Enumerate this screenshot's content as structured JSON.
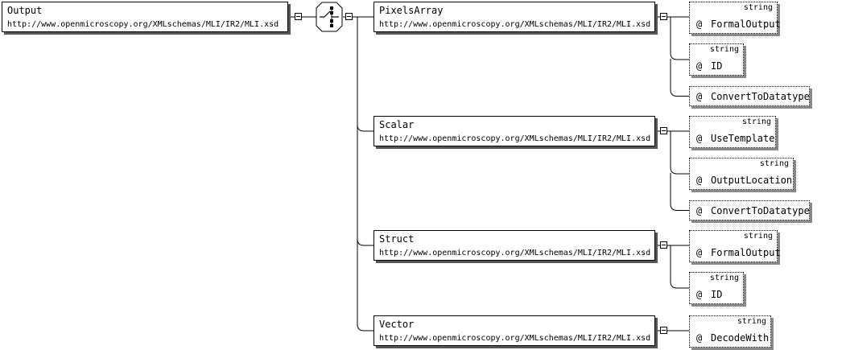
{
  "root": {
    "name": "Output",
    "namespace": "http://www.openmicroscopy.org/XMLschemas/MLI/IR2/MLI.xsd"
  },
  "compositor_icon": "choice-compositor-icon",
  "elements": [
    {
      "name": "PixelsArray",
      "namespace": "http://www.openmicroscopy.org/XMLschemas/MLI/IR2/MLI.xsd",
      "attributes": [
        {
          "name": "FormalOutput",
          "type": "string"
        },
        {
          "name": "ID",
          "type": "string"
        },
        {
          "name": "ConvertToDatatype",
          "type": ""
        }
      ]
    },
    {
      "name": "Scalar",
      "namespace": "http://www.openmicroscopy.org/XMLschemas/MLI/IR2/MLI.xsd",
      "attributes": [
        {
          "name": "UseTemplate",
          "type": "string"
        },
        {
          "name": "OutputLocation",
          "type": "string"
        },
        {
          "name": "ConvertToDatatype",
          "type": ""
        }
      ]
    },
    {
      "name": "Struct",
      "namespace": "http://www.openmicroscopy.org/XMLschemas/MLI/IR2/MLI.xsd",
      "attributes": [
        {
          "name": "FormalOutput",
          "type": "string"
        },
        {
          "name": "ID",
          "type": "string"
        }
      ]
    },
    {
      "name": "Vector",
      "namespace": "http://www.openmicroscopy.org/XMLschemas/MLI/IR2/MLI.xsd",
      "attributes": [
        {
          "name": "DecodeWith",
          "type": "string"
        }
      ]
    }
  ]
}
